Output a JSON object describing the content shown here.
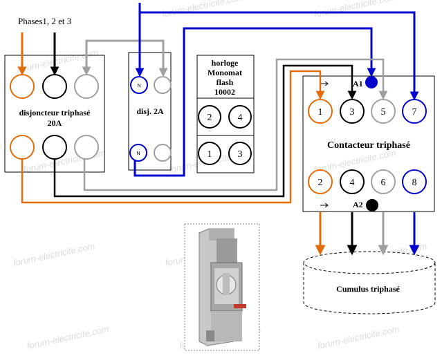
{
  "phases_label": "Phases1, 2 et 3",
  "breaker3": {
    "title_line1": "disjoncteur triphasé",
    "title_line2": "20A"
  },
  "breaker2": {
    "title": "disj. 2A",
    "n_top": "N",
    "n_bottom": "N"
  },
  "clock": {
    "title_lines": [
      "horloge",
      "Monomat",
      "flash",
      "10002"
    ],
    "terminals": [
      "2",
      "4",
      "1",
      "3"
    ]
  },
  "contactor": {
    "title": "Contacteur triphasé",
    "a1": "A1",
    "a2": "A2",
    "top_terminals": [
      "1",
      "3",
      "5",
      "7"
    ],
    "bottom_terminals": [
      "2",
      "4",
      "6",
      "8"
    ]
  },
  "cumulus": {
    "title": "Cumulus triphasé"
  },
  "watermark": "forum-electricite.com",
  "colors": {
    "orange": "#e36c0a",
    "black": "#000000",
    "gray": "#a0a0a0",
    "blue": "#0000cc",
    "photo_frame": "#888888"
  },
  "icons": {
    "product_photo": "timer-switch-photo"
  }
}
